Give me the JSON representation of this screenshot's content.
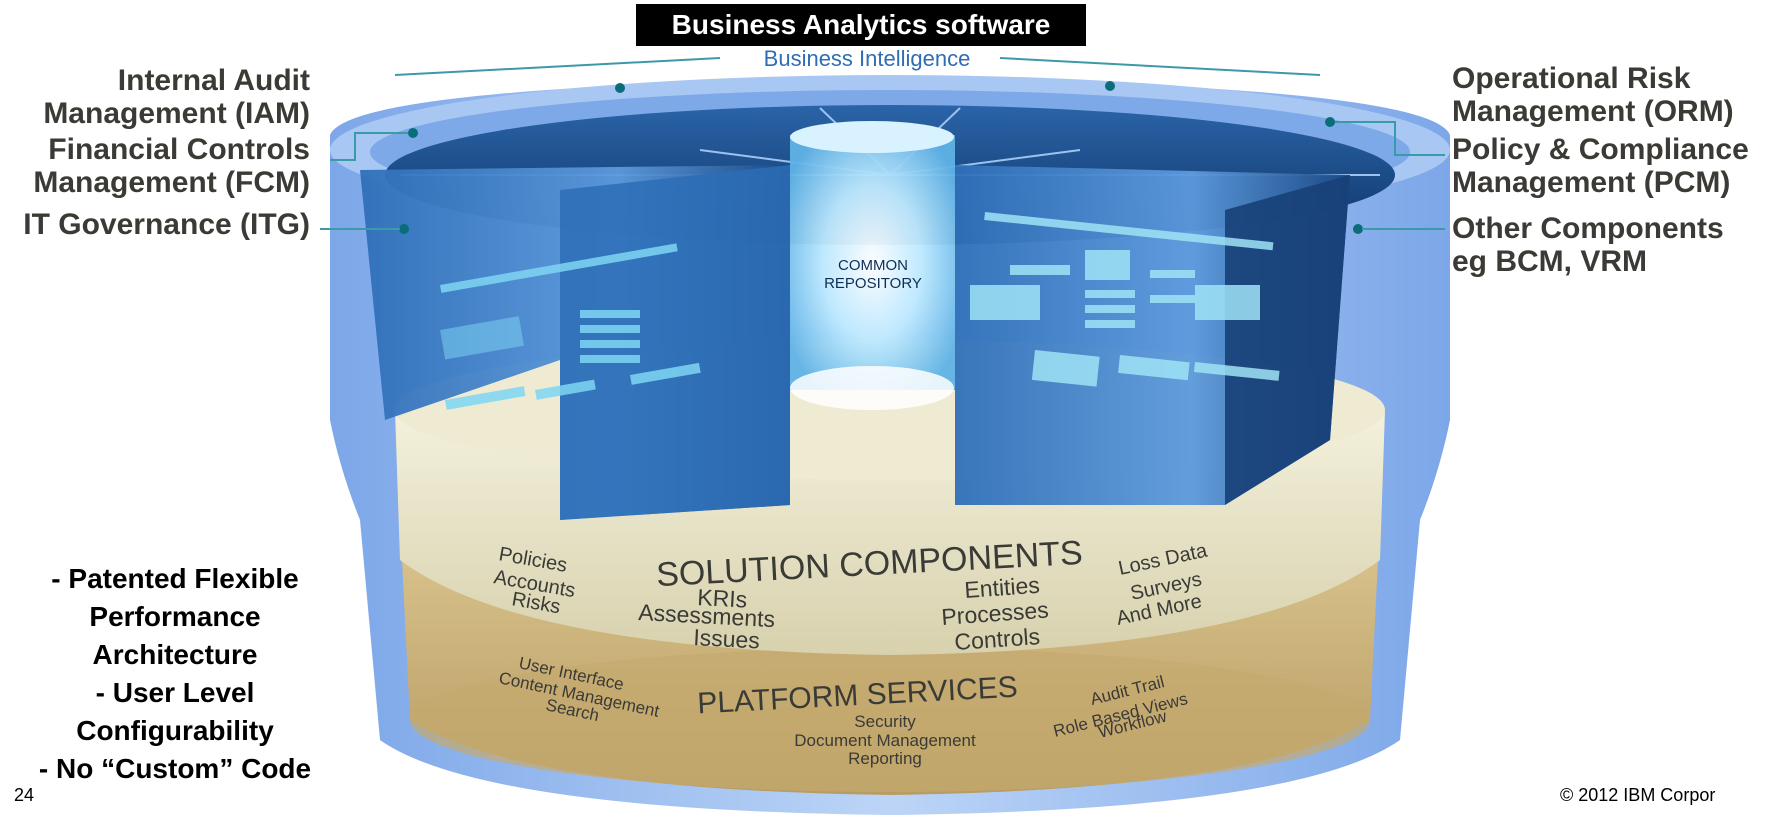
{
  "header": {
    "banner": "Business Analytics software",
    "business_intelligence": "Business Intelligence"
  },
  "left_labels": {
    "iam": "Internal Audit Management (IAM)",
    "fcm": "Financial Controls Management (FCM)",
    "itg": "IT Governance (ITG)"
  },
  "right_labels": {
    "orm": "Operational Risk Management (ORM)",
    "pcm": "Policy & Compliance Management (PCM)",
    "other": "Other Components eg BCM, VRM"
  },
  "core": {
    "repository_line1": "COMMON",
    "repository_line2": "REPOSITORY"
  },
  "solution_components": {
    "title": "SOLUTION COMPONENTS",
    "group1": [
      "Policies",
      "Accounts",
      "Risks"
    ],
    "group2": [
      "KRIs",
      "Assessments",
      "Issues"
    ],
    "group3": [
      "Entities",
      "Processes",
      "Controls"
    ],
    "group4": [
      "Loss Data",
      "Surveys",
      "And More"
    ]
  },
  "platform_services": {
    "title": "PLATFORM SERVICES",
    "group1": [
      "User Interface",
      "Content Management",
      "Search"
    ],
    "group2": [
      "Security",
      "Document Management",
      "Reporting"
    ],
    "group3": [
      "Audit Trail",
      "Role Based Views",
      "Workflow"
    ]
  },
  "notes": {
    "line1": "- Patented Flexible Performance Architecture",
    "line2": "- User Level Configurability",
    "line3": "- No “Custom” Code"
  },
  "footer": {
    "page_number": "24",
    "copyright": "© 2012 IBM Corpor"
  },
  "colors": {
    "outer_blue": "#8db4ee",
    "deep_blue": "#1d4f8c",
    "cream": "#e8e3c7",
    "gold": "#cdb57f",
    "label_text": "#3b3a34"
  }
}
